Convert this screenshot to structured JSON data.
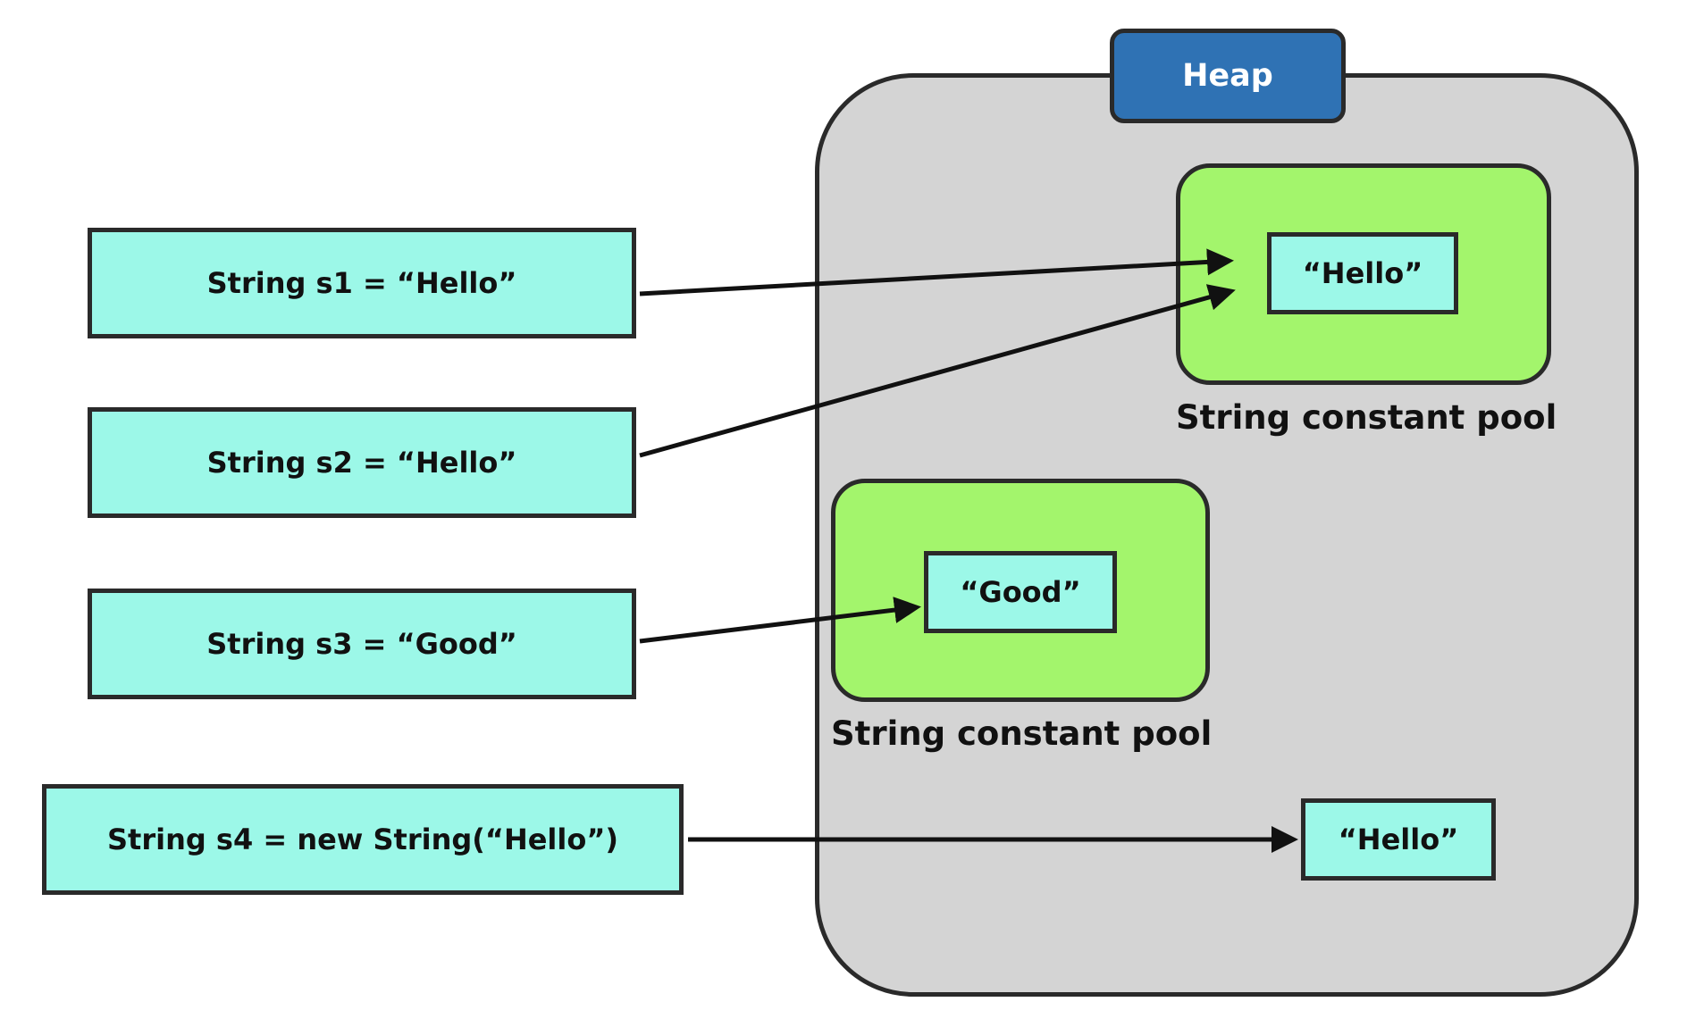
{
  "colors": {
    "heap_fill": "#d4d4d4",
    "heap_tab_fill": "#2f72b4",
    "heap_tab_text": "#ffffff",
    "pool_fill": "#a3f56c",
    "box_fill": "#9cf8e8",
    "stroke": "#2a2a2a"
  },
  "heap": {
    "label": "Heap"
  },
  "variables": [
    {
      "code": "String s1 = “Hello”"
    },
    {
      "code": "String s2 = “Hello”"
    },
    {
      "code": "String s3 = “Good”"
    },
    {
      "code": "String s4 = new String(“Hello”)"
    }
  ],
  "pools": [
    {
      "label": "String constant pool",
      "literal": "“Hello”"
    },
    {
      "label": "String constant pool",
      "literal": "“Good”"
    }
  ],
  "heap_object": {
    "literal": "“Hello”"
  }
}
